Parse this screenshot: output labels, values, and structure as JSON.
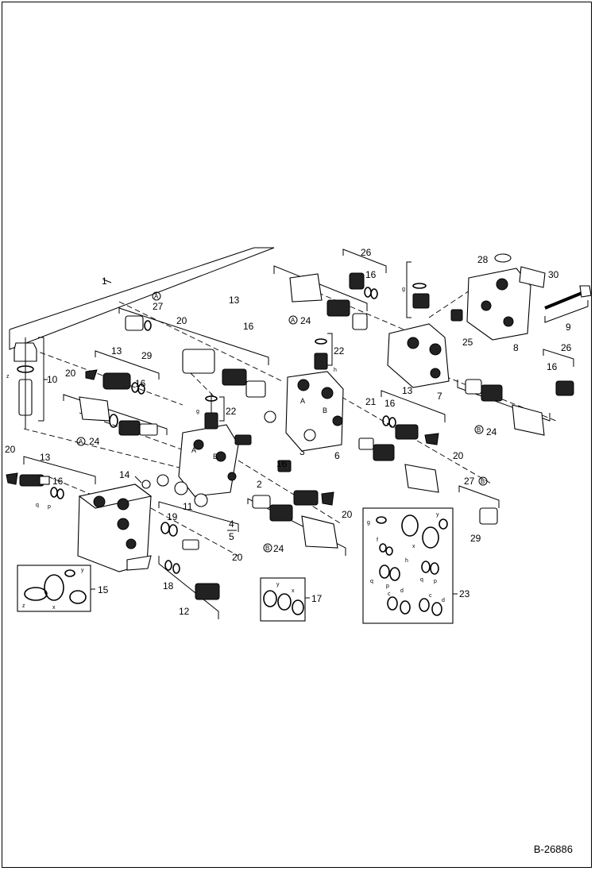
{
  "document_id": "B-26886",
  "callouts": {
    "n1": "1",
    "n2": "2",
    "n3": "3",
    "n4": "4",
    "n5": "5",
    "n6": "6",
    "n7": "7",
    "n8": "8",
    "n9": "9",
    "n10": "10",
    "n11": "11",
    "n12": "12",
    "n14": "14",
    "n15": "15",
    "n17": "17",
    "n18": "18",
    "n19": "19",
    "n21": "21",
    "n23": "23",
    "n25": "25",
    "n28": "28",
    "n30": "30"
  },
  "repeated_numbers": {
    "thirteen": "13",
    "sixteen": "16",
    "twenty": "20",
    "twentytwo": "22",
    "twentyfour": "24",
    "twentysix": "26",
    "twentyseven": "27",
    "twentynine": "29"
  },
  "circled_labels": {
    "a": "A",
    "b": "B"
  },
  "port_labels": {
    "a": "A",
    "b": "B"
  },
  "seal_letters": {
    "x": "x",
    "y": "y",
    "z": "z",
    "g": "g",
    "p": "p",
    "q": "q",
    "c": "c",
    "d": "d",
    "h": "h",
    "f": "f"
  },
  "colors": {
    "ink": "#000000",
    "paper": "#ffffff",
    "fill": "#222222"
  }
}
